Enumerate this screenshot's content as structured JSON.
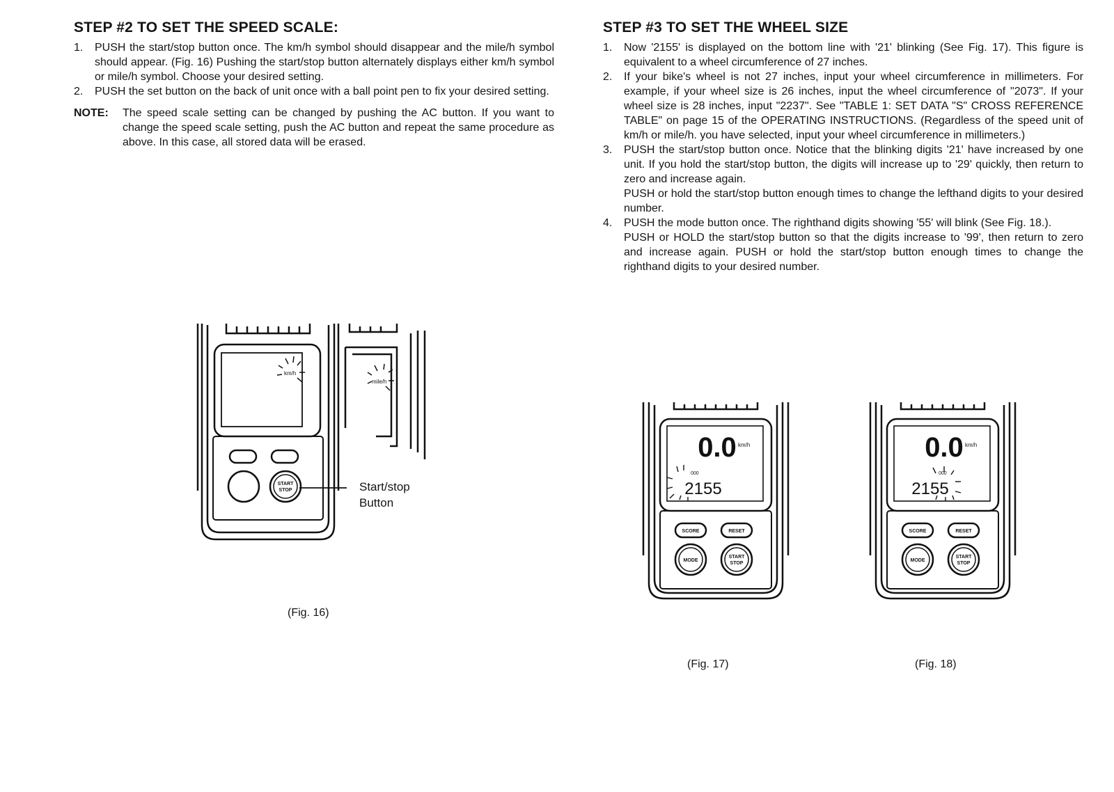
{
  "left": {
    "heading": "STEP #2 TO SET THE SPEED SCALE:",
    "items": [
      {
        "num": "1.",
        "text": "PUSH the start/stop button once. The km/h symbol should disappear and the mile/h symbol should appear. (Fig. 16) Pushing the start/stop button alternately displays either km/h symbol or mile/h symbol. Choose your desired setting."
      },
      {
        "num": "2.",
        "text": "PUSH the set button on the back of unit once with a ball point pen to fix your desired setting."
      }
    ],
    "note_label": "NOTE:",
    "note_text": "The speed scale setting can be changed by pushing the AC button. If you want to change the speed scale setting, push the AC button and repeat the same procedure as above. In this case, all stored data will be erased."
  },
  "right": {
    "heading": "STEP #3 TO SET THE WHEEL SIZE",
    "items": [
      {
        "num": "1.",
        "text": "Now '2155' is displayed on the bottom line with '21' blinking (See Fig. 17). This figure is equivalent to a wheel circumference of 27 inches.",
        "extra": ""
      },
      {
        "num": "2.",
        "text": "If your bike's wheel is not 27 inches, input your wheel circumference in millimeters. For example, if your wheel size is 26 inches, input the wheel circumference of \"2073\". If your wheel size is 28 inches, input \"2237\". See \"TABLE 1: SET DATA \"S\" CROSS REFERENCE TABLE\" on page 15 of the OPERATING INSTRUCTIONS. (Regardless of the speed unit of km/h or mile/h. you have selected, input your wheel circumference in millimeters.)",
        "extra": ""
      },
      {
        "num": "3.",
        "text": "PUSH the start/stop button once. Notice that the blinking digits '21' have increased by one unit. If you hold the start/stop button, the digits will increase up to '29' quickly, then return to zero and increase again.",
        "extra": "PUSH or hold the start/stop button enough times to change the lefthand digits to your desired number."
      },
      {
        "num": "4.",
        "text": "PUSH the mode button once. The righthand digits showing '55' will blink (See Fig. 18.).",
        "extra": "PUSH or HOLD the start/stop button so that the digits increase to '99', then return to zero and increase again. PUSH or hold the start/stop button enough times to change the righthand digits to your desired number."
      }
    ]
  },
  "figures": {
    "fig16": {
      "caption": "(Fig. 16)",
      "callout_line1": "Start/stop",
      "callout_line2": "Button",
      "unit_blink": "km/h",
      "unit_inset": "mile/h",
      "button_label_top": "START",
      "button_label_bottom": "STOP"
    },
    "fig17": {
      "caption": "(Fig. 17)",
      "speed": "0.0",
      "unit": "km/h",
      "small": "000",
      "digits": "2155",
      "btn_score": "SCORE",
      "btn_reset": "RESET",
      "btn_mode": "MODE",
      "btn_start_top": "START",
      "btn_start_bottom": "STOP"
    },
    "fig18": {
      "caption": "(Fig. 18)",
      "speed": "0.0",
      "unit": "km/h",
      "small": "000",
      "digits": "2155",
      "btn_score": "SCORE",
      "btn_reset": "RESET",
      "btn_mode": "MODE",
      "btn_start_top": "START",
      "btn_start_bottom": "STOP"
    }
  }
}
